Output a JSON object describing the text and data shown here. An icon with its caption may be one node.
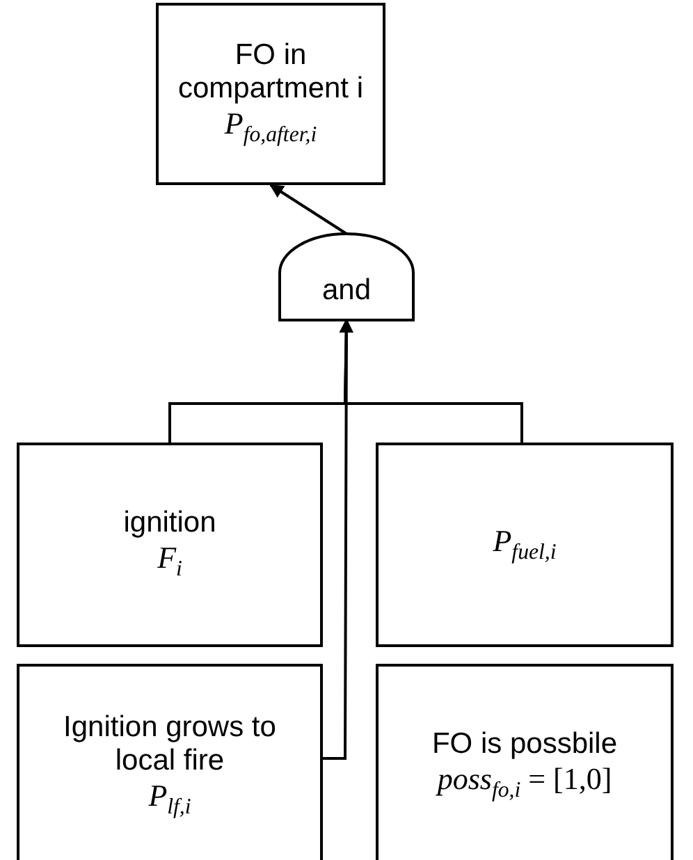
{
  "diagram": {
    "nodes": [
      {
        "text": [
          "FO in compartment i",
          "*P*$_{fo,after,i}$"
        ]
      },
      {
        "text": [
          "and"
        ]
      },
      {
        "text": [
          "ignition",
          "*F*$_{i}$"
        ]
      },
      {
        "text": [
          "*P*$_{fuel,i}$"
        ]
      },
      {
        "text": [
          "Ignition grows to local fire",
          "*P*$_{lf,i}$"
        ]
      },
      {
        "text": [
          "FO is possbile",
          "*poss*$_{fo,i}$ = [1,0]"
        ]
      }
    ],
    "edges": [
      {
        "from": 2,
        "to": 1,
        "arrow": "to"
      },
      {
        "from": 3,
        "to": 1,
        "arrow": "to"
      },
      {
        "from": 4,
        "to": 1,
        "arrow": "to"
      },
      {
        "from": 1,
        "to": 0,
        "arrow": "to"
      }
    ]
  }
}
